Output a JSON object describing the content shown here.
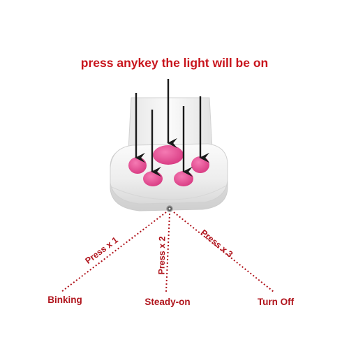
{
  "title": "press anykey the light will be on",
  "modes": [
    {
      "press_label": "Press x 1",
      "mode_label": "Binking"
    },
    {
      "press_label": "Press x 2",
      "mode_label": "Steady-on"
    },
    {
      "press_label": "Press x 3",
      "mode_label": "Turn Off"
    }
  ],
  "colors": {
    "text": "#c8141c",
    "paw_pad": "#e8458f",
    "device_body": "#f4f4f4",
    "arrow": "#1a1a1a"
  },
  "icons": [
    "paw-pad-icon",
    "arrow-down-icon",
    "led-lens-icon"
  ]
}
